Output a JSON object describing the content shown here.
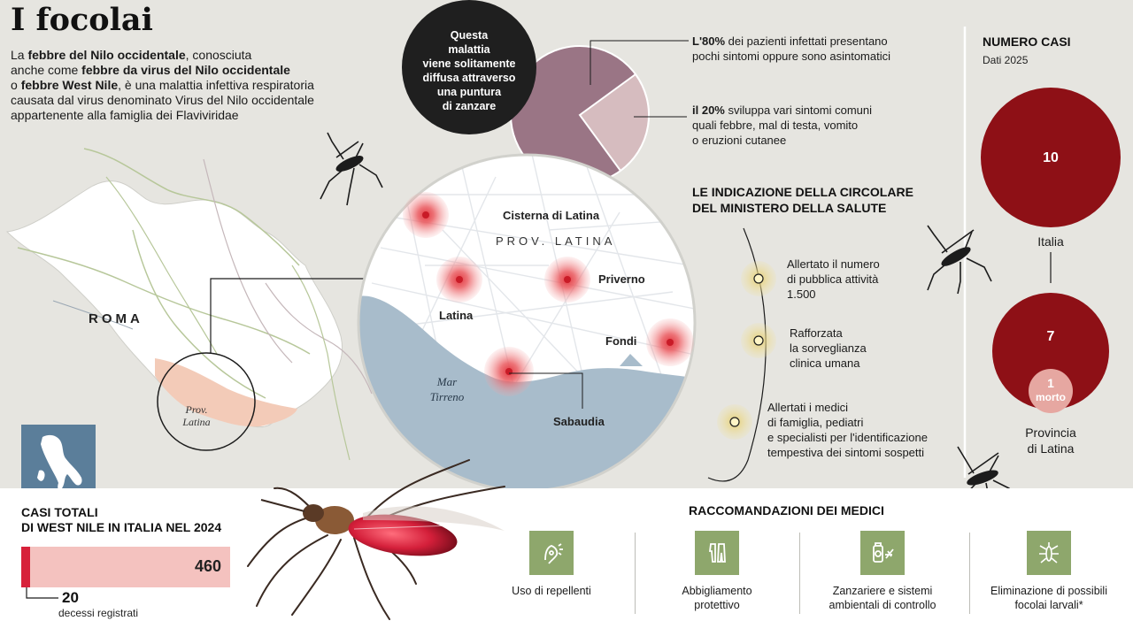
{
  "title": "I focolai",
  "intro": {
    "line1_a": "La ",
    "line1_b": "febbre del Nilo occidentale",
    "line1_c": ", conosciuta",
    "line2_a": "anche come ",
    "line2_b": "febbre da virus del Nilo occidentale",
    "line3_a": "o ",
    "line3_b": "febbre West Nile",
    "line3_c": ", è una malattia infettiva respiratoria",
    "line4": "causata dal virus denominato Virus del Nilo occidentale",
    "line5": "appartenente alla famiglia dei Flaviviridae"
  },
  "locator_map": {
    "city": "ROMA",
    "province_line1": "Prov.",
    "province_line2": "Latina"
  },
  "callout": {
    "line1": "Questa",
    "line2": "malattia",
    "line3": "viene solitamente",
    "line4": "diffusa attraverso",
    "line5": "una puntura",
    "line6": "di zanzare"
  },
  "pie": {
    "slices": [
      {
        "percent": 80,
        "color": "#9a7585"
      },
      {
        "percent": 20,
        "color": "#d6bcbf"
      }
    ],
    "note1": {
      "bold": "L'80%",
      "rest1": " dei pazienti infettati presentano",
      "rest2": "pochi sintomi oppure sono asintomatici"
    },
    "note2": {
      "bold": "il 20%",
      "rest1": " sviluppa vari sintomi comuni",
      "rest2": "quali febbre, mal di testa, vomito",
      "rest3": "o eruzioni cutanee"
    }
  },
  "province_map": {
    "title": "PROV. LATINA",
    "sea_line1": "Mar",
    "sea_line2": "Tirreno",
    "cities": [
      "Cisterna di Latina",
      "Priverno",
      "Latina",
      "Fondi",
      "Sabaudia"
    ]
  },
  "ministry": {
    "heading1": "LE INDICAZIONE DELLA CIRCOLARE",
    "heading2": "DEL MINISTERO DELLA SALUTE",
    "steps": [
      {
        "line1": "Allertato il numero",
        "line2": "di pubblica attività",
        "line3": "1.500"
      },
      {
        "line1": "Rafforzata",
        "line2": "la sorveglianza",
        "line3": "clinica umana"
      },
      {
        "line1": "Allertati i medici",
        "line2": "di famiglia, pediatri",
        "line3": "e specialisti per l'identificazione",
        "line4": "tempestiva dei sintomi sospetti"
      }
    ]
  },
  "cases": {
    "title": "NUMERO CASI",
    "subtitle": "Dati 2025",
    "italia_value": "10",
    "italia_label": "Italia",
    "provincia_value": "7",
    "deaths_value": "1",
    "deaths_label": "morto",
    "provincia_label1": "Provincia",
    "provincia_label2": "di Latina"
  },
  "totals": {
    "title1": "CASI TOTALI",
    "title2": "DI WEST NILE IN ITALIA NEL 2024",
    "total_value": "460",
    "deaths_value": "20",
    "deaths_label": "decessi registrati",
    "total_cases": 460,
    "deaths": 20
  },
  "recommendations": {
    "title": "RACCOMANDAZIONI DEI MEDICI",
    "items": [
      {
        "icon": "repellent-icon",
        "line1": "Uso di repellenti",
        "line2": ""
      },
      {
        "icon": "clothing-icon",
        "line1": "Abbigliamento",
        "line2": "protettivo"
      },
      {
        "icon": "mosquito-net-icon",
        "line1": "Zanzariere e sistemi",
        "line2": "ambientali di controllo"
      },
      {
        "icon": "larvae-icon",
        "line1": "Eliminazione di possibili",
        "line2": "focolai larvali*"
      }
    ]
  },
  "colors": {
    "dark_red": "#8e1016",
    "pie_main": "#9a7585",
    "pie_minor": "#d6bcbf",
    "sea": "#a8bccb",
    "hotspot": "#e23a42",
    "icon_green": "#8ea76c",
    "bar_bg": "#f4c2bf",
    "bar_red": "#d7213a"
  }
}
